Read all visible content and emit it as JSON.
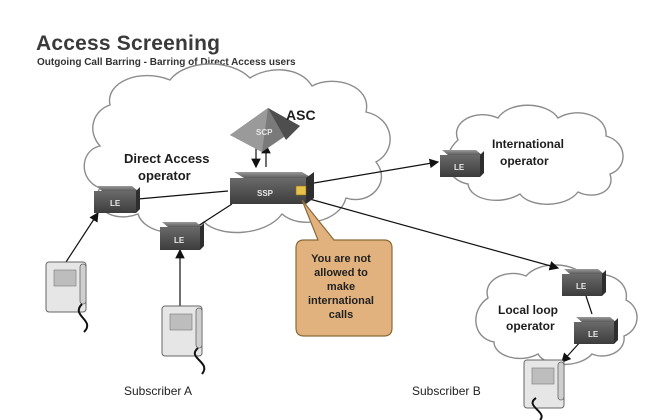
{
  "title": "Access Screening",
  "subtitle": "Outgoing Call Barring - Barring of Direct Access users",
  "clouds": {
    "direct_access": [
      "Direct Access",
      "operator"
    ],
    "international": [
      "International",
      "operator"
    ],
    "local_loop": [
      "Local loop",
      "operator"
    ]
  },
  "nodes": {
    "asc_label": "ASC",
    "scp": "SCP",
    "ssp": "SSP",
    "le": "LE"
  },
  "callout": [
    "You are not",
    "allowed to",
    "make",
    "international",
    "calls"
  ],
  "subscribers": {
    "a": "Subscriber A",
    "b": "Subscriber B"
  },
  "colors": {
    "cloud_edge": "#8c8c8c",
    "node_fill": "#5a5a5a",
    "callout_fill": "#e2b27e",
    "callout_edge": "#8a6a3a"
  }
}
